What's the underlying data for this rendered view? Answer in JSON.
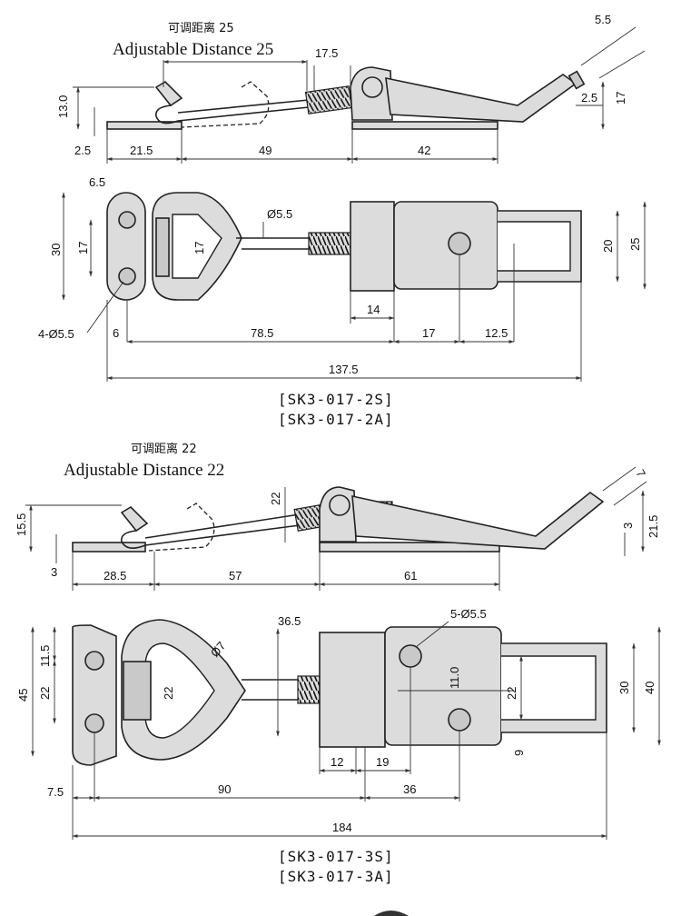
{
  "section_a": {
    "cn_label": "可调距离 25",
    "en_label": "Adjustable Distance 25",
    "side_dims": [
      "5.5",
      "17.5",
      "13.0",
      "2.5",
      "17",
      "2.5",
      "21.5",
      "49",
      "42"
    ],
    "top_dims": [
      "6.5",
      "30",
      "17",
      "17",
      "Ø5.5",
      "20",
      "25",
      "4-Ø5.5",
      "6",
      "78.5",
      "14",
      "17",
      "12.5",
      "137.5"
    ],
    "codes": [
      "[SK3-017-2S]",
      "[SK3-017-2A]"
    ]
  },
  "section_b": {
    "cn_label": "可调距离 22",
    "en_label": "Adjustable Distance 22",
    "side_dims": [
      "7",
      "22",
      "15.5",
      "3",
      "21.5",
      "3",
      "28.5",
      "57",
      "61"
    ],
    "top_dims": [
      "36.5",
      "5-Ø5.5",
      "11.5",
      "45",
      "22",
      "22",
      "Ø7",
      "11.0",
      "22",
      "30",
      "40",
      "9",
      "12",
      "19",
      "7.5",
      "90",
      "36",
      "184"
    ],
    "codes": [
      "[SK3-017-3S]",
      "[SK3-017-3A]"
    ]
  },
  "colors": {
    "part_fill": "#dcdcdc",
    "outline": "#222222"
  }
}
